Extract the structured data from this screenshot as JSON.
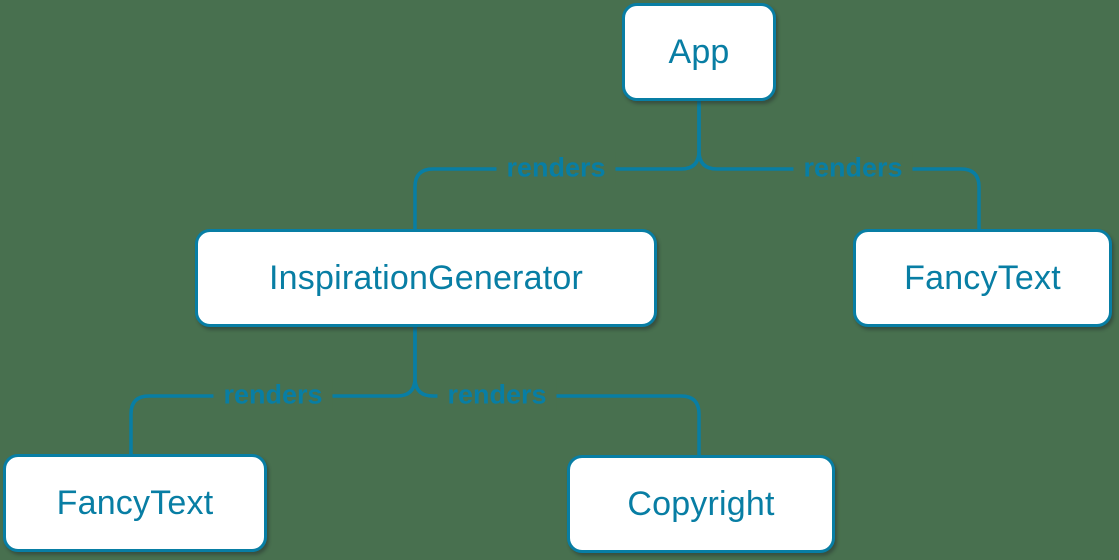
{
  "diagram": {
    "type": "render-tree",
    "colors": {
      "background": "#48704F",
      "accent": "#087EA4",
      "node_fill": "#FFFFFF"
    },
    "nodes": [
      {
        "id": "app",
        "label": "App"
      },
      {
        "id": "inspiration-generator",
        "label": "InspirationGenerator"
      },
      {
        "id": "fancy-text-right",
        "label": "FancyText"
      },
      {
        "id": "fancy-text-left",
        "label": "FancyText"
      },
      {
        "id": "copyright",
        "label": "Copyright"
      }
    ],
    "edges": [
      {
        "from": "App",
        "to": "InspirationGenerator",
        "label": "renders"
      },
      {
        "from": "App",
        "to": "FancyText",
        "label": "renders"
      },
      {
        "from": "InspirationGenerator",
        "to": "FancyText",
        "label": "renders"
      },
      {
        "from": "InspirationGenerator",
        "to": "Copyright",
        "label": "renders"
      }
    ]
  }
}
